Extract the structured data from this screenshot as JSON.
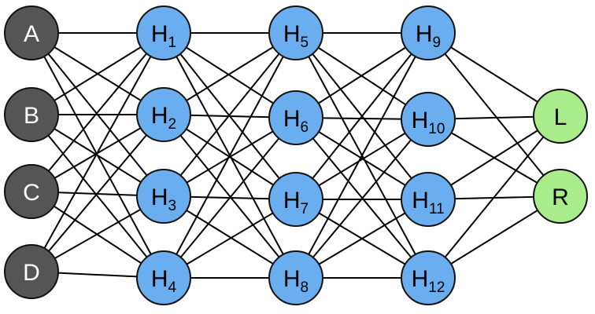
{
  "colors": {
    "input_fill": "#555555",
    "hidden_fill": "#6aaeef",
    "output_fill": "#a8ec8c",
    "stroke": "#111111",
    "edge": "#000000"
  },
  "layers": [
    {
      "name": "input",
      "style": "input",
      "nodes": [
        {
          "id": "A",
          "label": "A",
          "sub": ""
        },
        {
          "id": "B",
          "label": "B",
          "sub": ""
        },
        {
          "id": "C",
          "label": "C",
          "sub": ""
        },
        {
          "id": "D",
          "label": "D",
          "sub": ""
        }
      ]
    },
    {
      "name": "hidden-1",
      "style": "hidden",
      "nodes": [
        {
          "id": "H1",
          "label": "H",
          "sub": "1"
        },
        {
          "id": "H2",
          "label": "H",
          "sub": "2"
        },
        {
          "id": "H3",
          "label": "H",
          "sub": "3"
        },
        {
          "id": "H4",
          "label": "H",
          "sub": "4"
        }
      ]
    },
    {
      "name": "hidden-2",
      "style": "hidden",
      "nodes": [
        {
          "id": "H5",
          "label": "H",
          "sub": "5"
        },
        {
          "id": "H6",
          "label": "H",
          "sub": "6"
        },
        {
          "id": "H7",
          "label": "H",
          "sub": "7"
        },
        {
          "id": "H8",
          "label": "H",
          "sub": "8"
        }
      ]
    },
    {
      "name": "hidden-3",
      "style": "hidden",
      "nodes": [
        {
          "id": "H9",
          "label": "H",
          "sub": "9"
        },
        {
          "id": "H10",
          "label": "H",
          "sub": "10"
        },
        {
          "id": "H11",
          "label": "H",
          "sub": "11"
        },
        {
          "id": "H12",
          "label": "H",
          "sub": "12"
        }
      ]
    },
    {
      "name": "output",
      "style": "output",
      "nodes": [
        {
          "id": "L",
          "label": "L",
          "sub": ""
        },
        {
          "id": "R",
          "label": "R",
          "sub": ""
        }
      ]
    }
  ],
  "connectivity": "fully-connected between adjacent layers"
}
